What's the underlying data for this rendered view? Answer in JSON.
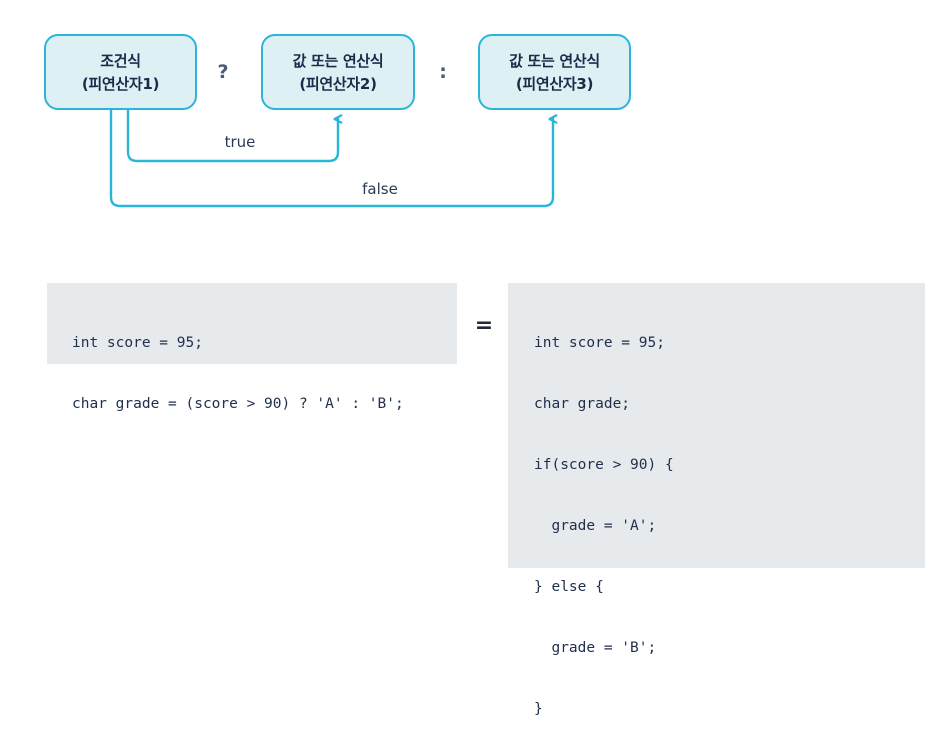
{
  "diagram": {
    "title": "ternary-conditional-operator-diagram",
    "accent_color": "#29b6d8",
    "node_fill_color": "#dff0f4",
    "nodes": [
      {
        "id": "condition",
        "line1": "조건식",
        "line2": "(피연산자1)"
      },
      {
        "id": "operand2",
        "line1": "값 또는 연산식",
        "line2": "(피연산자2)"
      },
      {
        "id": "operand3",
        "line1": "값 또는 연산식",
        "line2": "(피연산자3)"
      }
    ],
    "operators": {
      "question_mark": "?",
      "colon": ":"
    },
    "edges": [
      {
        "id": "edge-true",
        "label": "true"
      },
      {
        "id": "edge-false",
        "label": "false"
      }
    ]
  },
  "comparison": {
    "equals_symbol": "=",
    "ternary_code": {
      "background_color": "#e7eaec",
      "lines": [
        "int score = 95;",
        "char grade = (score > 90) ? 'A' : 'B';"
      ]
    },
    "ifelse_code": {
      "background_color": "#e7eaec",
      "lines": [
        "int score = 95;",
        "char grade;",
        "if(score > 90) {",
        "  grade = 'A';",
        "} else {",
        "  grade = 'B';",
        "}"
      ]
    }
  }
}
